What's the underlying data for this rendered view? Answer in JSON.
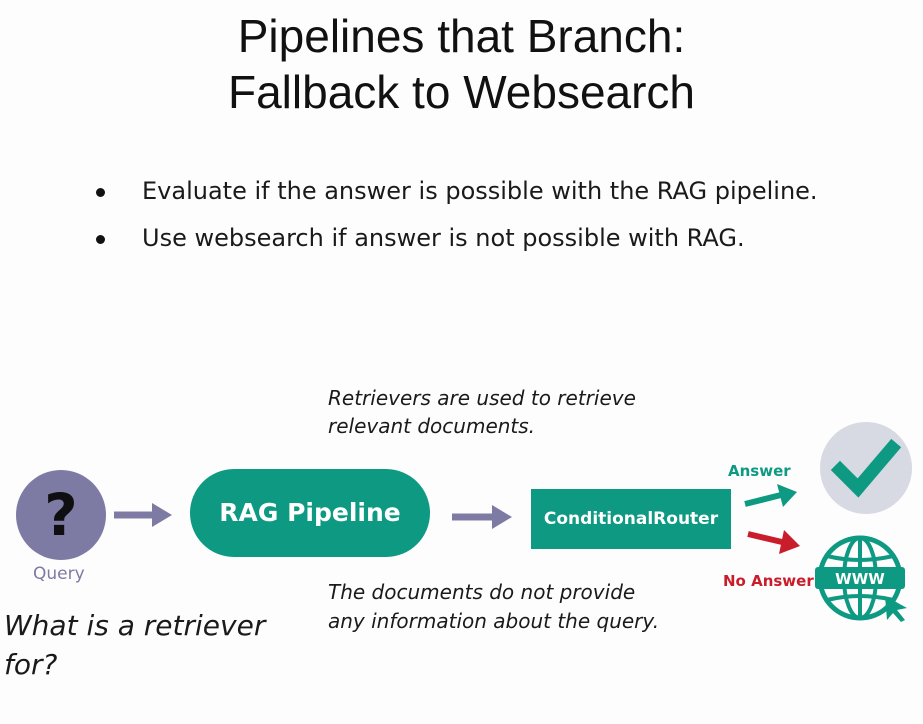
{
  "title": {
    "line1": "Pipelines that Branch:",
    "line2": "Fallback to Websearch"
  },
  "bullets": [
    "Evaluate if the answer is possible with the RAG pipeline.",
    "Use websearch if answer is not possible with RAG."
  ],
  "diagram": {
    "query_label": "Query",
    "rag_label": "RAG Pipeline",
    "router_label": "ConditionalRouter",
    "answer_label": "Answer",
    "no_answer_label": "No Answer",
    "www_text": "WWW",
    "note_top": "Retrievers are used to retrieve relevant documents.",
    "note_bottom": "The documents do not provide any information about the query.",
    "question": "What is a retriever for?",
    "colors": {
      "teal": "#0e9a82",
      "purple": "#7d7aa3",
      "red": "#c91d2c",
      "gray": "#d7d9e3"
    }
  }
}
